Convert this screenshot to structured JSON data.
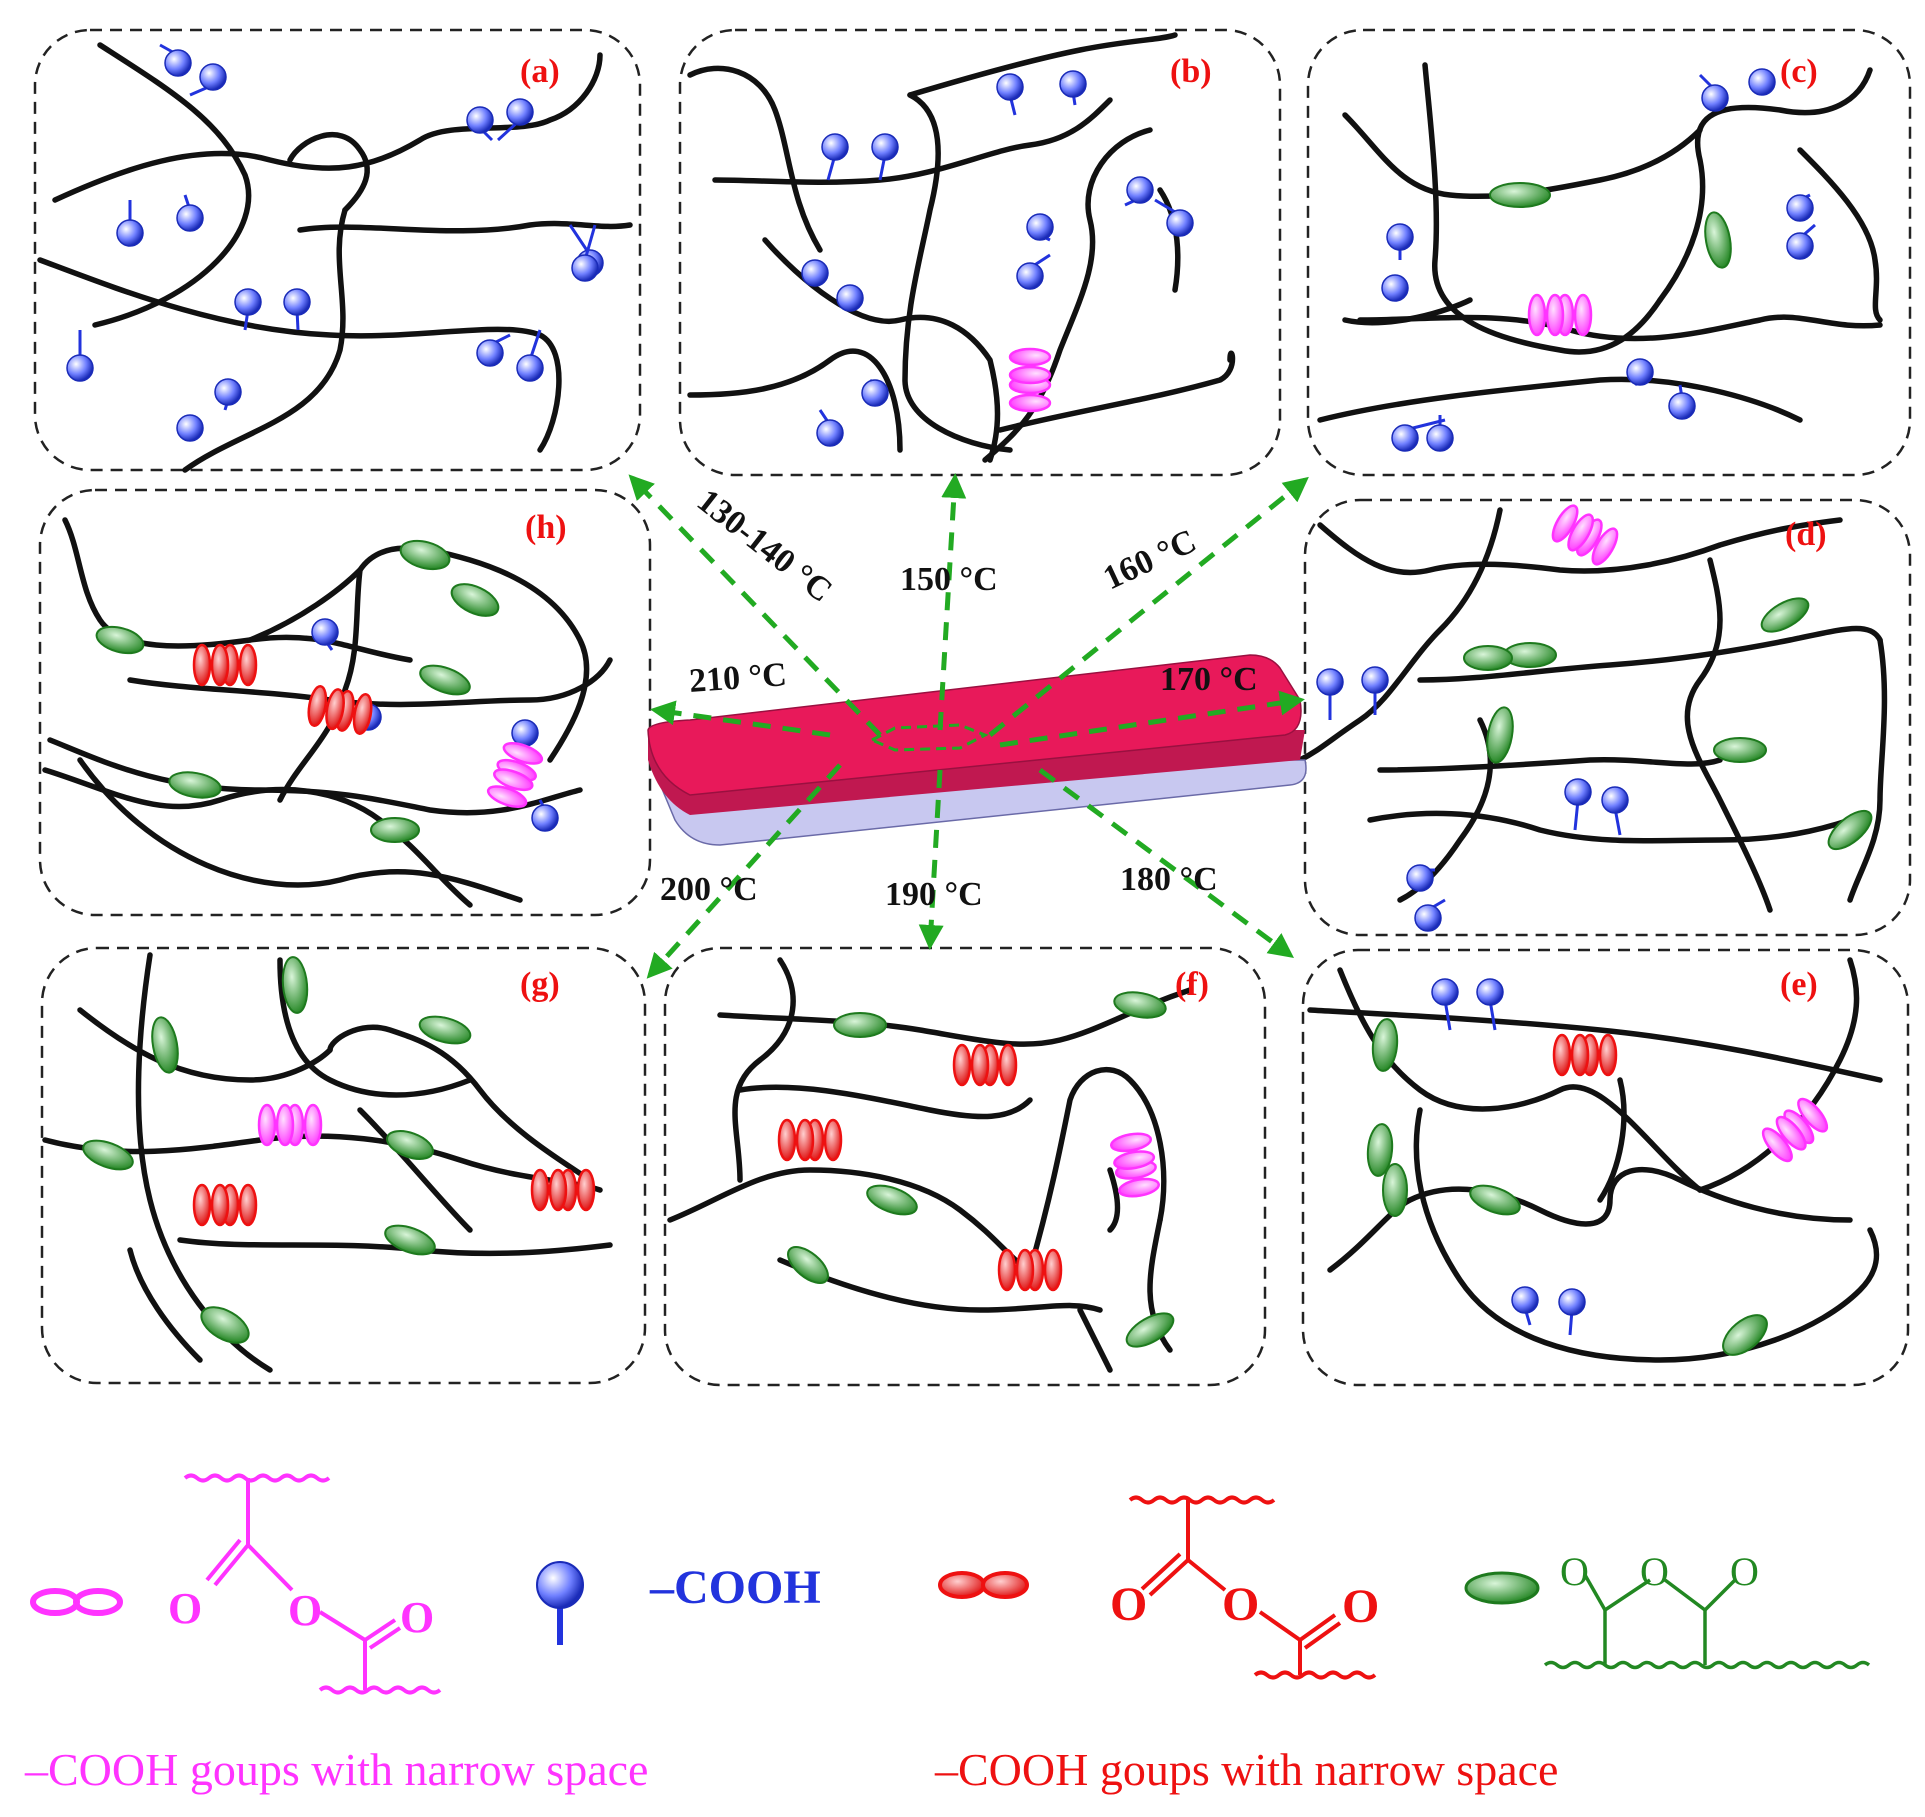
{
  "panels": [
    {
      "id": "a",
      "label": "(a)"
    },
    {
      "id": "b",
      "label": "(b)"
    },
    {
      "id": "c",
      "label": "(c)"
    },
    {
      "id": "d",
      "label": "(d)"
    },
    {
      "id": "e",
      "label": "(e)"
    },
    {
      "id": "f",
      "label": "(f)"
    },
    {
      "id": "g",
      "label": "(g)"
    },
    {
      "id": "h",
      "label": "(h)"
    }
  ],
  "temperatures": [
    {
      "target": "a",
      "text": "130-140 °C"
    },
    {
      "target": "b",
      "text": "150 °C"
    },
    {
      "target": "c",
      "text": "160 °C"
    },
    {
      "target": "d",
      "text": "170 °C"
    },
    {
      "target": "e",
      "text": "180 °C"
    },
    {
      "target": "f",
      "text": "190 °C"
    },
    {
      "target": "g",
      "text": "200 °C"
    },
    {
      "target": "h",
      "text": "210 °C"
    }
  ],
  "legend": {
    "cooh_label": "–COOH",
    "atom_o": "O",
    "caption_pink": "–COOH goups with narrow space",
    "caption_red": "–COOH goups with narrow space"
  },
  "colors": {
    "chain": "#111111",
    "pink": "#ff33ff",
    "red": "#ee1111",
    "blue": "#2233dd",
    "green": "#228822",
    "arrow": "#22aa22",
    "plate_top": "#e8195a",
    "plate_base": "#c8c8f0"
  }
}
